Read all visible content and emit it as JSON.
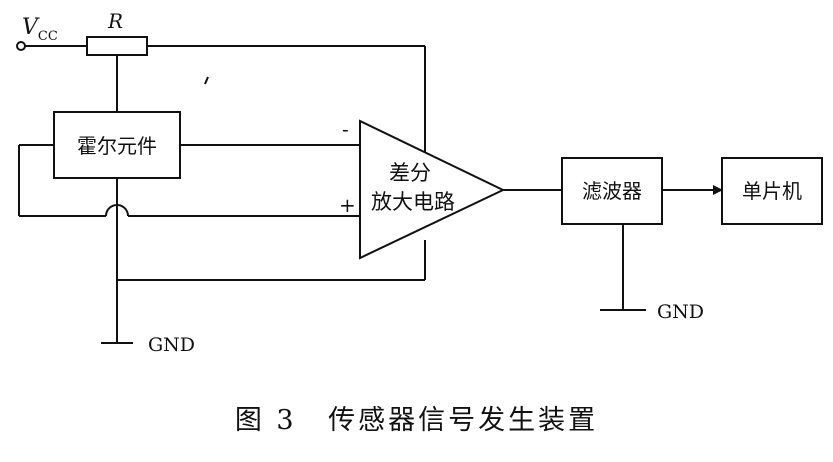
{
  "diagram": {
    "vcc_label": {
      "main": "V",
      "sub": "CC"
    },
    "resistor_label": "R",
    "hall_label": "霍尔元件",
    "amp_label_line1": "差分",
    "amp_label_line2": "放大电路",
    "amp_minus": "-",
    "amp_plus": "+",
    "filter_label": "滤波器",
    "mcu_label": "单片机",
    "gnd_left": "GND",
    "gnd_right": "GND"
  },
  "caption": {
    "figure_number": "图 3",
    "title": "传感器信号发生装置"
  }
}
